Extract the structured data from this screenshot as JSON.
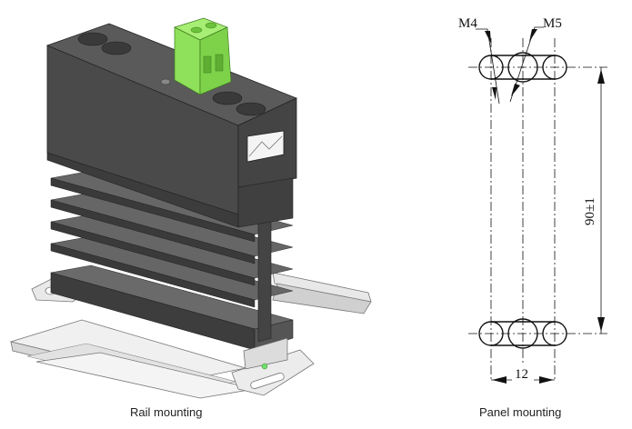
{
  "figures": {
    "rail": {
      "caption": "Rail mounting",
      "colors": {
        "housing": "#4a4a4a",
        "housing_dark": "#3a3a3a",
        "housing_light": "#5c5c5c",
        "terminal_block": "#8fe05a",
        "terminal_block_dark": "#6cc23a",
        "rail_metal": "#e6e6e6",
        "led": "#6ee06e"
      },
      "heatsink_fin_count": 4
    },
    "panel": {
      "caption": "Panel mounting",
      "labels": {
        "left_hole": "M4",
        "center_hole": "M5",
        "vertical_dimension": "90±1",
        "horizontal_dimension": "12"
      }
    }
  }
}
